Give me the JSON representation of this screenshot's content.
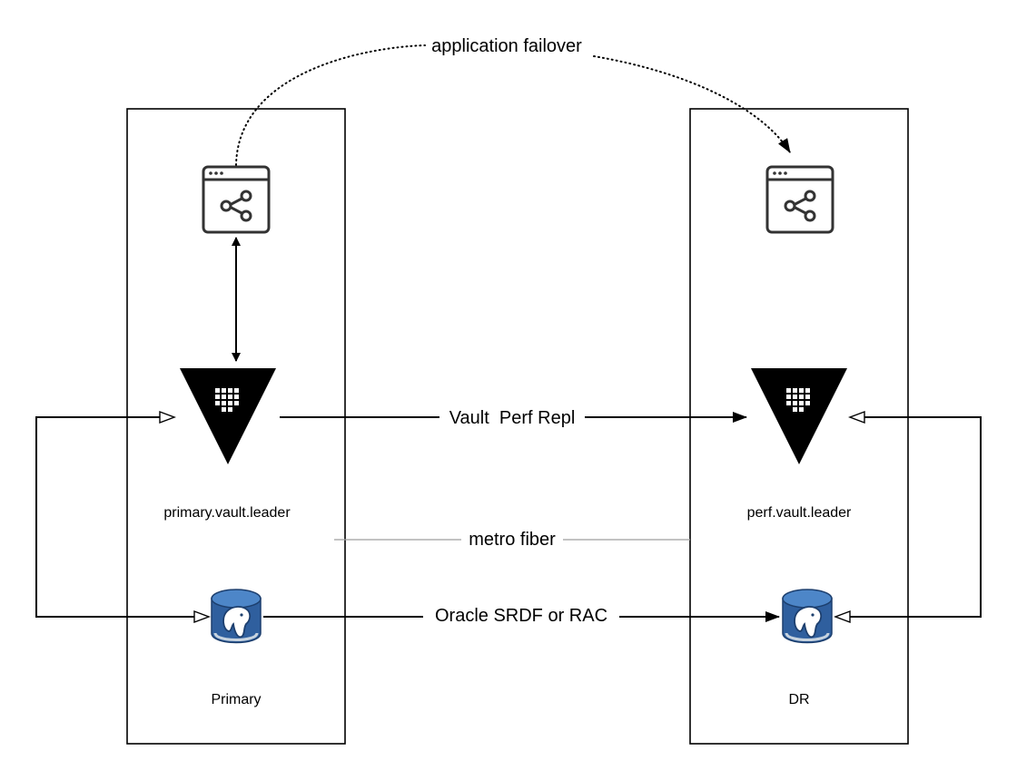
{
  "edges": {
    "application_failover": "application failover",
    "vault_perf_repl": "Vault  Perf Repl",
    "metro_fiber": "metro fiber",
    "oracle_replication": "Oracle SRDF or RAC"
  },
  "sites": {
    "primary": {
      "name": "Primary",
      "vault_label": "primary.vault.leader",
      "app_icon": "app-share-icon",
      "vault_icon": "vault-triangle-icon",
      "db_icon": "postgres-database-icon"
    },
    "dr": {
      "name": "DR",
      "vault_label": "perf.vault.leader",
      "app_icon": "app-share-icon",
      "vault_icon": "vault-triangle-icon",
      "db_icon": "postgres-database-icon"
    }
  },
  "colors": {
    "line": "#000000",
    "fiber_line": "#9e9e9e",
    "icon_stroke": "#333333",
    "db_blue": "#2f5f9e",
    "db_light": "#4d86c8"
  }
}
